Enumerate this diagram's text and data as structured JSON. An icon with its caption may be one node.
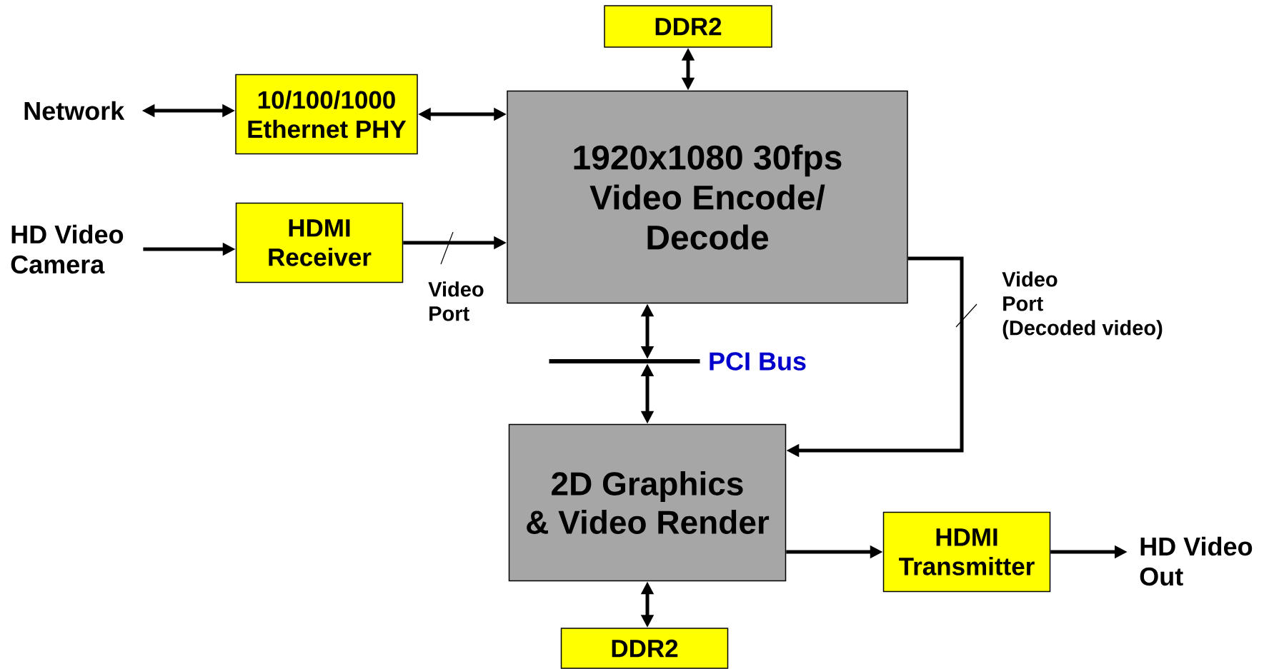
{
  "diagram": {
    "nodes": [
      {
        "text": [
          "DDR2"
        ]
      },
      {
        "text": [
          "Network"
        ]
      },
      {
        "text": [
          "10/100/1000 Ethernet PHY"
        ]
      },
      {
        "text": [
          "1920x1080 30fps Video Encode/ Decode"
        ]
      },
      {
        "text": [
          "HD Video Camera"
        ]
      },
      {
        "text": [
          "HDMI Receiver"
        ]
      },
      {
        "text": [
          "PCI Bus"
        ]
      },
      {
        "text": [
          "2D Graphics & Video Render"
        ]
      },
      {
        "text": [
          "HDMI Transmitter"
        ]
      },
      {
        "text": [
          "HD Video Out"
        ]
      },
      {
        "text": [
          "DDR2"
        ]
      }
    ],
    "edges": [
      {
        "from": 0,
        "to": 3,
        "arrow": "both"
      },
      {
        "from": 1,
        "to": 2,
        "arrow": "both"
      },
      {
        "from": 2,
        "to": 3,
        "arrow": "both"
      },
      {
        "from": 4,
        "to": 5,
        "arrow": "to"
      },
      {
        "from": 5,
        "to": 3,
        "arrow": "to",
        "label": "Video Port"
      },
      {
        "from": 3,
        "to": 6,
        "arrow": "both"
      },
      {
        "from": 6,
        "to": 7,
        "arrow": "both"
      },
      {
        "from": 3,
        "to": 7,
        "arrow": "to",
        "label": "Video Port (Decoded video)"
      },
      {
        "from": 7,
        "to": 8,
        "arrow": "to"
      },
      {
        "from": 8,
        "to": 9,
        "arrow": "to"
      },
      {
        "from": 10,
        "to": 7,
        "arrow": "both"
      }
    ]
  }
}
